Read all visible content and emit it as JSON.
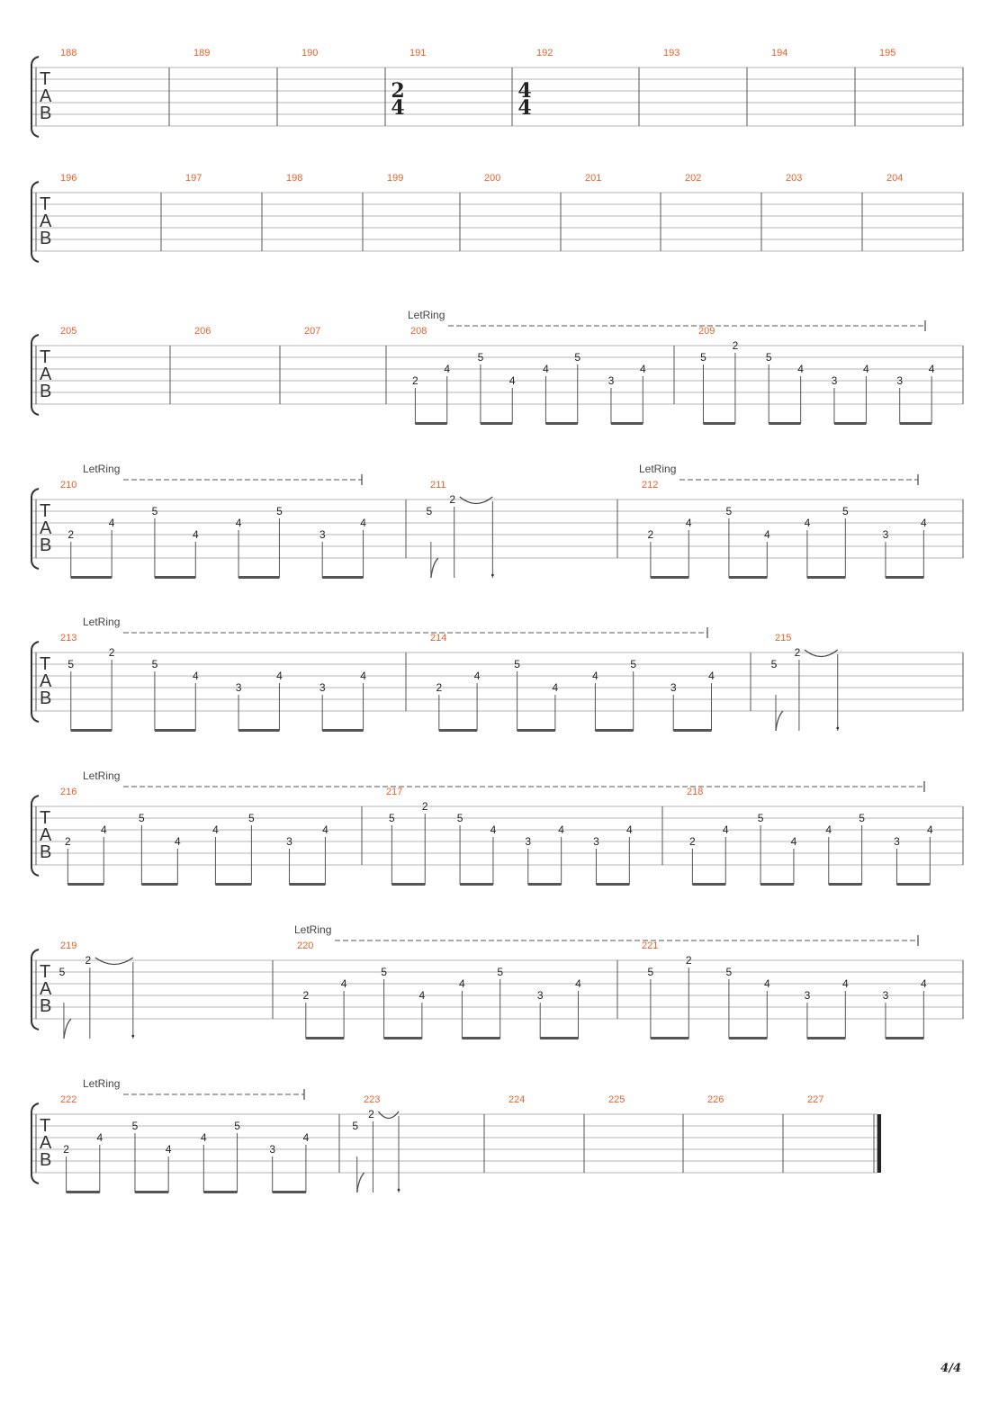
{
  "document": {
    "page_indicator": "4/4",
    "tab_clef": [
      "T",
      "A",
      "B"
    ],
    "let_ring_label": "LetRing",
    "pattern_a": [
      [
        1,
        2,
        "4"
      ],
      [
        0,
        1,
        "5"
      ],
      [
        1,
        3,
        "4"
      ],
      [
        0,
        2,
        "4"
      ],
      [
        0,
        1,
        "5"
      ],
      [
        1,
        3,
        "3"
      ],
      [
        0,
        2,
        "4"
      ]
    ],
    "pattern_b_first": [
      [
        0,
        1,
        "5"
      ],
      [
        0,
        0,
        "2"
      ],
      [
        0,
        1,
        "5"
      ],
      [
        1,
        2,
        "4"
      ],
      [
        0,
        3,
        "3"
      ],
      [
        1,
        2,
        "4"
      ],
      [
        0,
        3,
        "3"
      ],
      [
        1,
        2,
        "4"
      ]
    ],
    "systems": [
      {
        "measures": [
          {
            "num": "188",
            "notes": []
          },
          {
            "num": "189",
            "notes": []
          },
          {
            "num": "190",
            "notes": []
          },
          {
            "num": "191",
            "time_sig": [
              "2",
              "4"
            ],
            "notes": []
          },
          {
            "num": "192",
            "time_sig": [
              "4",
              "4"
            ],
            "notes": []
          },
          {
            "num": "193",
            "notes": []
          },
          {
            "num": "194",
            "notes": []
          },
          {
            "num": "195",
            "notes": []
          }
        ]
      },
      {
        "measures": [
          {
            "num": "196",
            "notes": []
          },
          {
            "num": "197",
            "notes": []
          },
          {
            "num": "198",
            "notes": []
          },
          {
            "num": "199",
            "notes": []
          },
          {
            "num": "200",
            "notes": []
          },
          {
            "num": "201",
            "notes": []
          },
          {
            "num": "202",
            "notes": []
          },
          {
            "num": "203",
            "notes": []
          },
          {
            "num": "204",
            "notes": []
          }
        ]
      },
      {
        "let_ring": true,
        "measures": [
          {
            "num": "205",
            "notes": []
          },
          {
            "num": "206",
            "notes": []
          },
          {
            "num": "207",
            "notes": []
          },
          {
            "num": "208",
            "notes": [
              [
                "3",
                "2"
              ],
              [
                "2",
                "4"
              ],
              [
                "1",
                "5"
              ],
              [
                "3",
                "4"
              ],
              [
                "2",
                "4"
              ],
              [
                "1",
                "5"
              ],
              [
                "3",
                "3"
              ],
              [
                "2",
                "4"
              ]
            ]
          },
          {
            "num": "209",
            "notes": [
              [
                "1",
                "5"
              ],
              [
                "0",
                "2"
              ],
              [
                "1",
                "5"
              ],
              [
                "2",
                "4"
              ],
              [
                "3",
                "3"
              ],
              [
                "2",
                "4"
              ],
              [
                "3",
                "3"
              ],
              [
                "2",
                "4"
              ]
            ]
          }
        ]
      },
      {
        "let_ring": true,
        "measures": [
          {
            "num": "210",
            "notes": [
              [
                "3",
                "2"
              ],
              [
                "2",
                "4"
              ],
              [
                "1",
                "5"
              ],
              [
                "3",
                "4"
              ],
              [
                "2",
                "4"
              ],
              [
                "1",
                "5"
              ],
              [
                "3",
                "3"
              ],
              [
                "2",
                "4"
              ]
            ]
          },
          {
            "num": "211",
            "notes": [
              [
                "1",
                "5"
              ],
              [
                "0",
                "2"
              ]
            ]
          },
          {
            "num": "212",
            "notes": [
              [
                "3",
                "2"
              ],
              [
                "2",
                "4"
              ],
              [
                "1",
                "5"
              ],
              [
                "3",
                "4"
              ],
              [
                "2",
                "4"
              ],
              [
                "1",
                "5"
              ],
              [
                "3",
                "3"
              ],
              [
                "2",
                "4"
              ]
            ]
          }
        ]
      },
      {
        "let_ring": true,
        "measures": [
          {
            "num": "213",
            "notes": [
              [
                "1",
                "5"
              ],
              [
                "0",
                "2"
              ],
              [
                "1",
                "5"
              ],
              [
                "2",
                "4"
              ],
              [
                "3",
                "3"
              ],
              [
                "2",
                "4"
              ],
              [
                "3",
                "3"
              ],
              [
                "2",
                "4"
              ]
            ]
          },
          {
            "num": "214",
            "notes": [
              [
                "3",
                "2"
              ],
              [
                "2",
                "4"
              ],
              [
                "1",
                "5"
              ],
              [
                "3",
                "4"
              ],
              [
                "2",
                "4"
              ],
              [
                "1",
                "5"
              ],
              [
                "3",
                "3"
              ],
              [
                "2",
                "4"
              ]
            ]
          },
          {
            "num": "215",
            "notes": [
              [
                "1",
                "5"
              ],
              [
                "0",
                "2"
              ]
            ]
          }
        ]
      },
      {
        "let_ring": true,
        "measures": [
          {
            "num": "216",
            "notes": [
              [
                "3",
                "2"
              ],
              [
                "2",
                "4"
              ],
              [
                "1",
                "5"
              ],
              [
                "3",
                "4"
              ],
              [
                "2",
                "4"
              ],
              [
                "1",
                "5"
              ],
              [
                "3",
                "3"
              ],
              [
                "2",
                "4"
              ]
            ]
          },
          {
            "num": "217",
            "notes": [
              [
                "1",
                "5"
              ],
              [
                "0",
                "2"
              ],
              [
                "1",
                "5"
              ],
              [
                "2",
                "4"
              ],
              [
                "3",
                "3"
              ],
              [
                "2",
                "4"
              ],
              [
                "3",
                "3"
              ],
              [
                "2",
                "4"
              ]
            ]
          },
          {
            "num": "218",
            "notes": [
              [
                "3",
                "2"
              ],
              [
                "2",
                "4"
              ],
              [
                "1",
                "5"
              ],
              [
                "3",
                "4"
              ],
              [
                "2",
                "4"
              ],
              [
                "1",
                "5"
              ],
              [
                "3",
                "3"
              ],
              [
                "2",
                "4"
              ]
            ]
          }
        ]
      },
      {
        "let_ring": true,
        "measures": [
          {
            "num": "219",
            "notes": [
              [
                "1",
                "5"
              ],
              [
                "0",
                "2"
              ]
            ]
          },
          {
            "num": "220",
            "notes": [
              [
                "3",
                "2"
              ],
              [
                "2",
                "4"
              ],
              [
                "1",
                "5"
              ],
              [
                "3",
                "4"
              ],
              [
                "2",
                "4"
              ],
              [
                "1",
                "5"
              ],
              [
                "3",
                "3"
              ],
              [
                "2",
                "4"
              ]
            ]
          },
          {
            "num": "221",
            "notes": [
              [
                "1",
                "5"
              ],
              [
                "0",
                "2"
              ],
              [
                "1",
                "5"
              ],
              [
                "2",
                "4"
              ],
              [
                "3",
                "3"
              ],
              [
                "2",
                "4"
              ],
              [
                "3",
                "3"
              ],
              [
                "2",
                "4"
              ]
            ]
          }
        ]
      },
      {
        "let_ring": true,
        "measures": [
          {
            "num": "222",
            "notes": [
              [
                "3",
                "2"
              ],
              [
                "2",
                "4"
              ],
              [
                "1",
                "5"
              ],
              [
                "3",
                "4"
              ],
              [
                "2",
                "4"
              ],
              [
                "1",
                "5"
              ],
              [
                "3",
                "3"
              ],
              [
                "2",
                "4"
              ]
            ]
          },
          {
            "num": "223",
            "notes": [
              [
                "1",
                "5"
              ],
              [
                "0",
                "2"
              ]
            ]
          },
          {
            "num": "224",
            "notes": []
          },
          {
            "num": "225",
            "notes": []
          },
          {
            "num": "226",
            "notes": []
          },
          {
            "num": "227",
            "notes": []
          }
        ]
      }
    ]
  }
}
